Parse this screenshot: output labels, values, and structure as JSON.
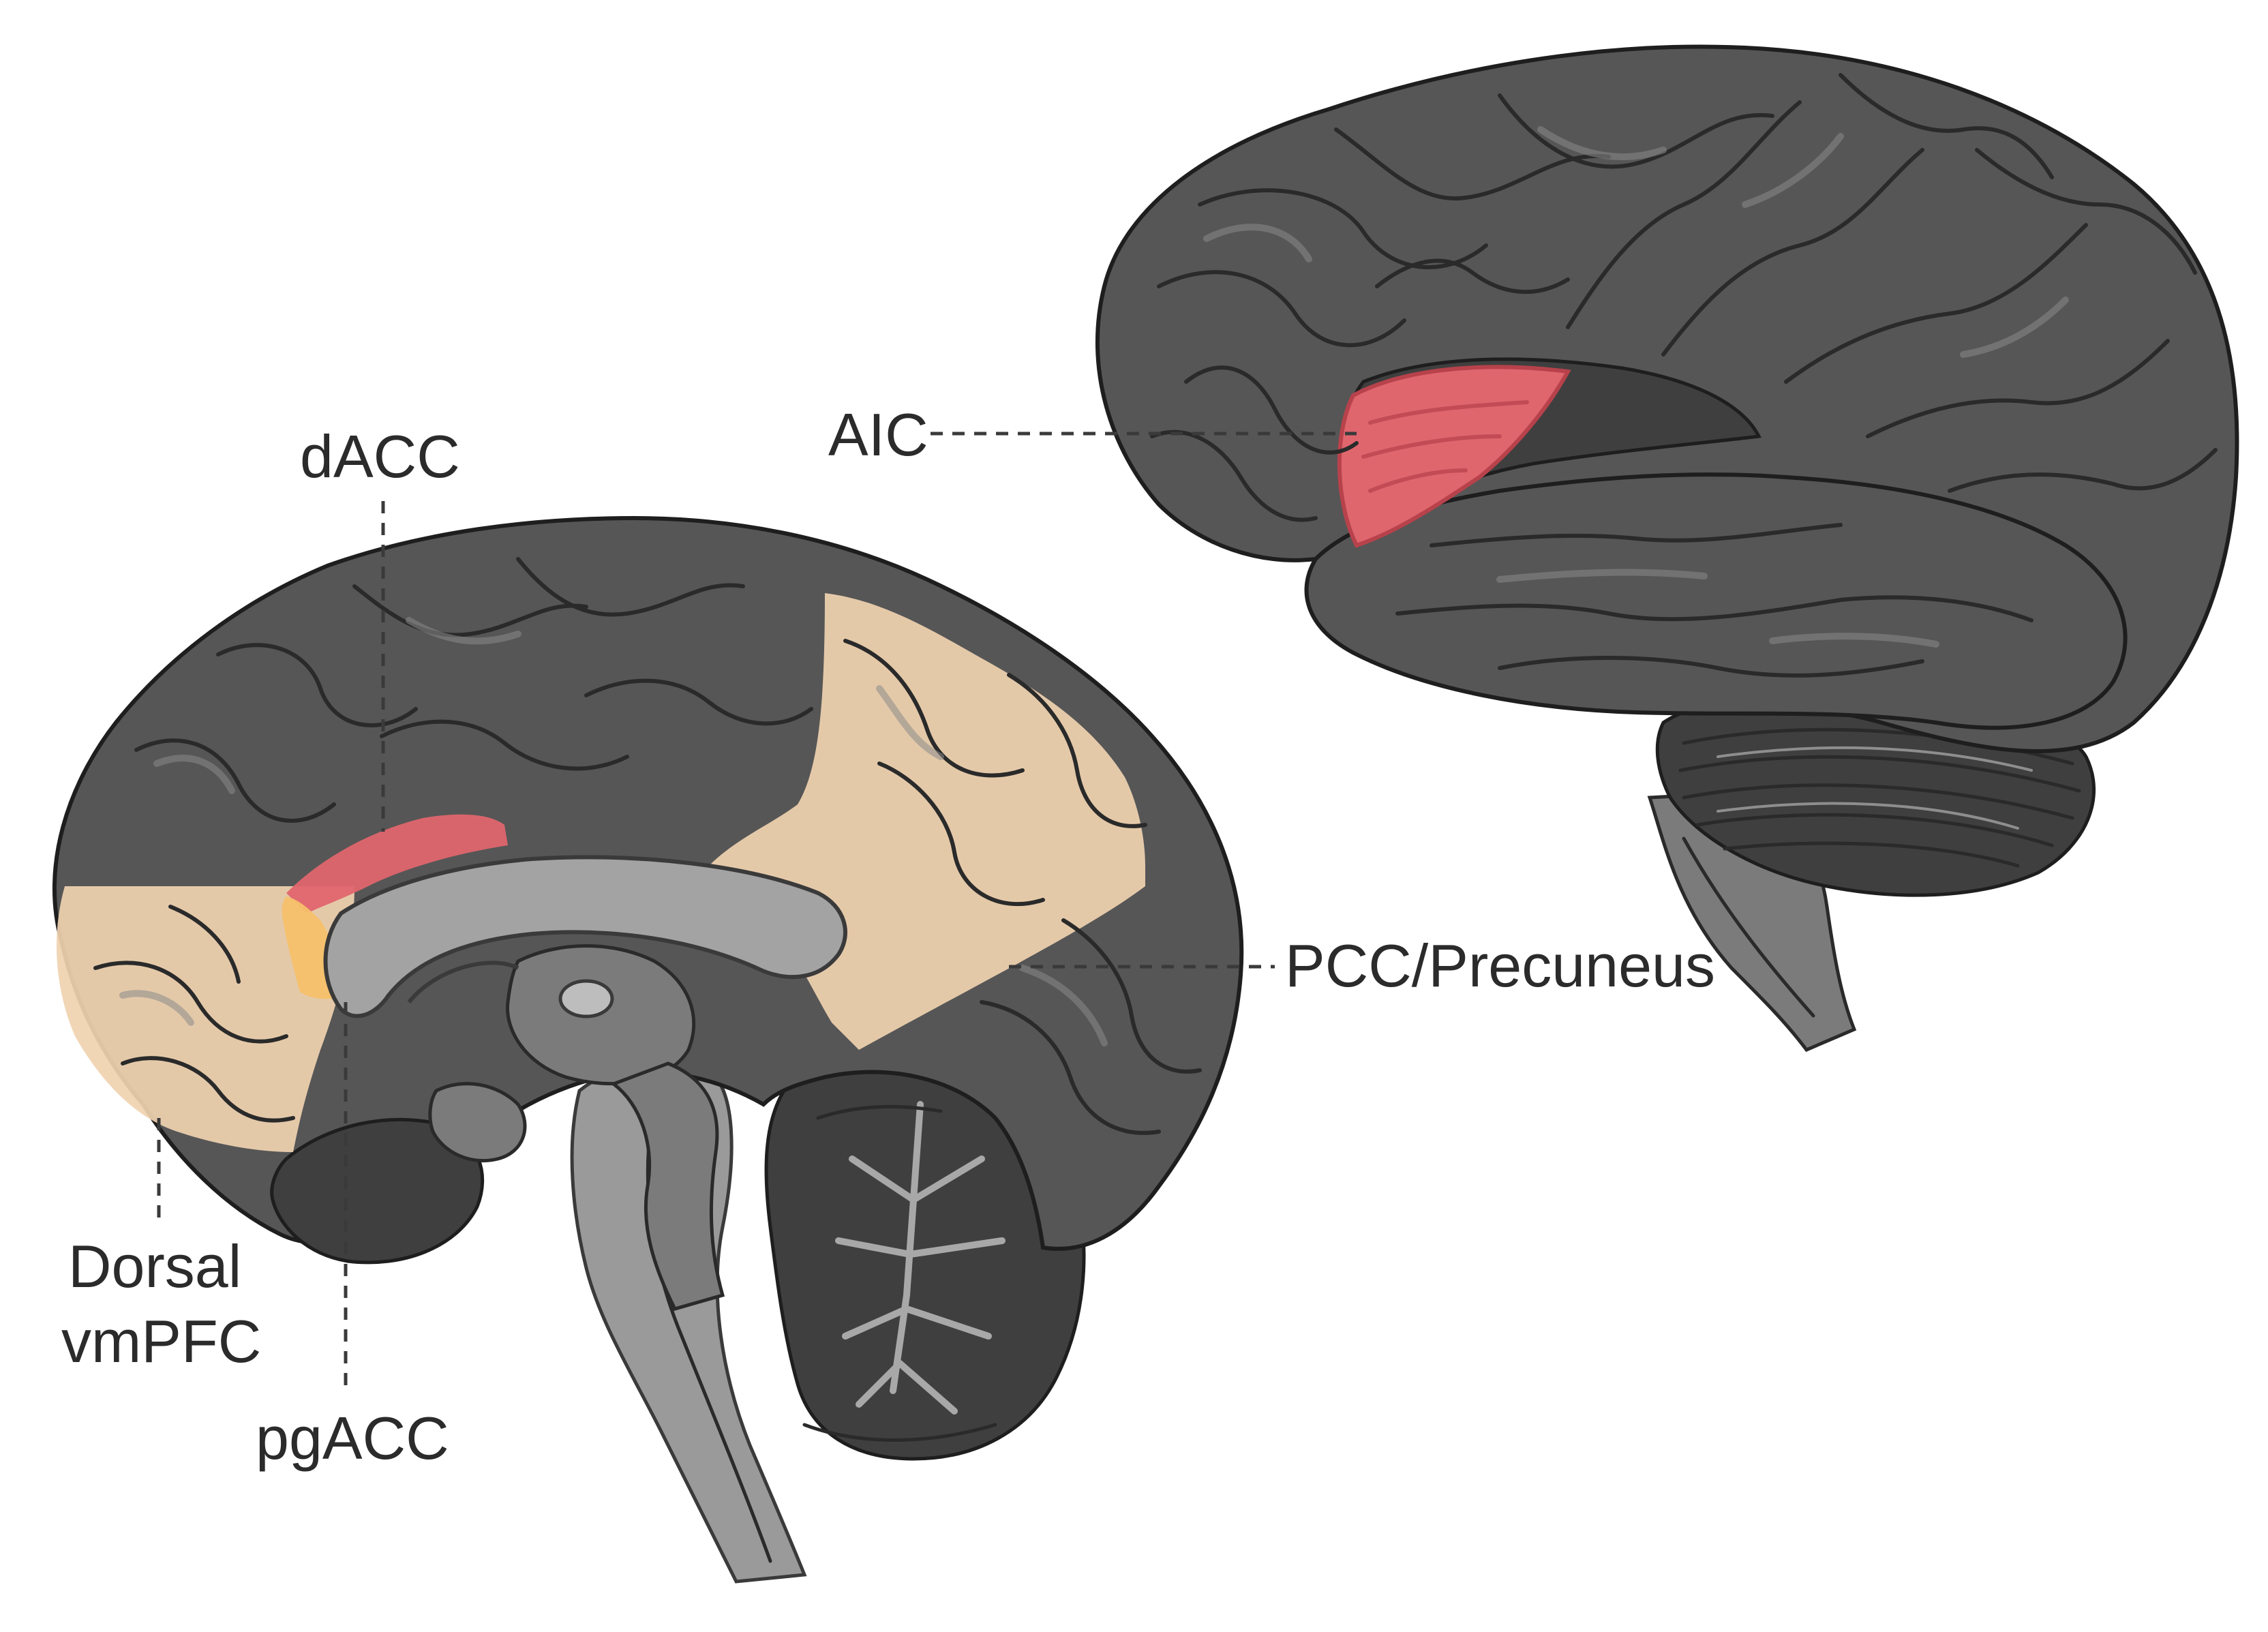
{
  "labels": {
    "dacc": "dACC",
    "aic": "AIC",
    "pcc": "PCC/Precuneus",
    "dorsal_vmpfc_line1": "Dorsal",
    "dorsal_vmpfc_line2": "vmPFC",
    "pgacc": "pgACC"
  },
  "colors": {
    "cortex": "#565656",
    "default_mode_region": "#f0d2b0",
    "salience_region": "#e0666e",
    "pgacc_region": "#f5c16a",
    "background": "#ffffff"
  }
}
